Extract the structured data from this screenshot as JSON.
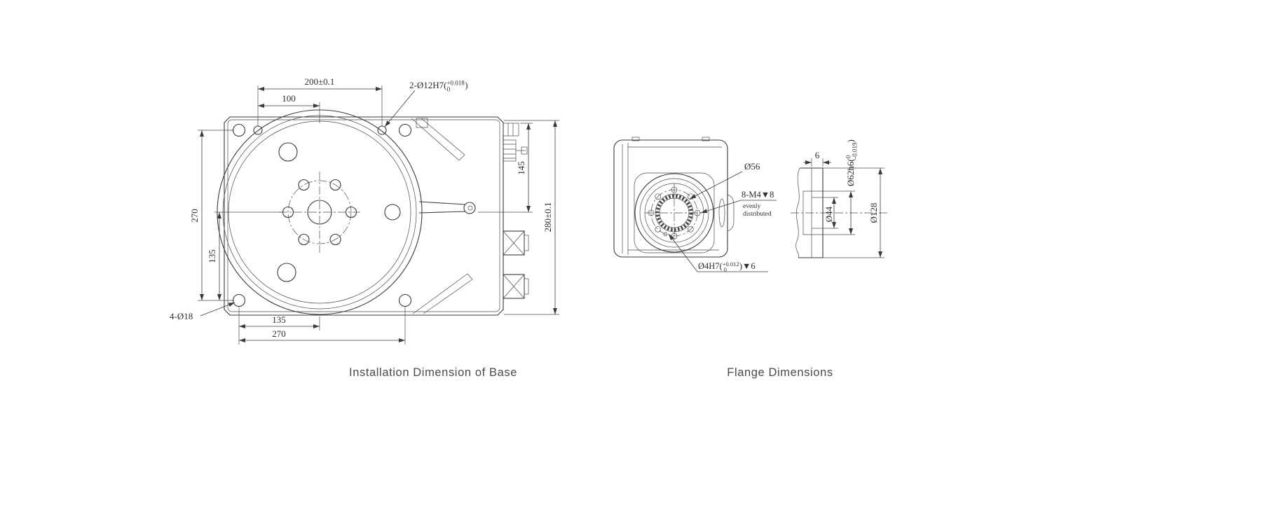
{
  "colors": {
    "line": "#3a3a3a",
    "caption": "#4a4a4a",
    "background": "#ffffff"
  },
  "base_drawing": {
    "caption": "Installation Dimension of Base",
    "dims": {
      "width_200": "200±0.1",
      "width_100": "100",
      "dowel_callout": {
        "prefix": "2-Ø12H7(",
        "tol_upper": "+0.018",
        "tol_lower": "0",
        "suffix": ")"
      },
      "left_270": "270",
      "left_135": "135",
      "right_145": "145",
      "right_280": "280±0.1",
      "corner_callout": "4-Ø18",
      "bottom_135": "135",
      "bottom_270": "270"
    }
  },
  "flange_drawing": {
    "caption": "Flange Dimensions",
    "dims": {
      "dia_56": "Ø56",
      "tapped_callout": "8-M4▼8",
      "tapped_note_1": "evenly",
      "tapped_note_2": "distributed",
      "dowel_callout": {
        "prefix": "Ø4H7(",
        "tol_upper": "+0.012",
        "tol_lower": "0",
        "suffix": ")▼6"
      },
      "thickness_6": "6",
      "spigot_callout": {
        "prefix": "Ø62h6(",
        "tol_upper": "0",
        "tol_lower": "-0.019",
        "suffix": ")"
      },
      "dia_44": "Ø44",
      "dia_128": "Ø128"
    }
  }
}
